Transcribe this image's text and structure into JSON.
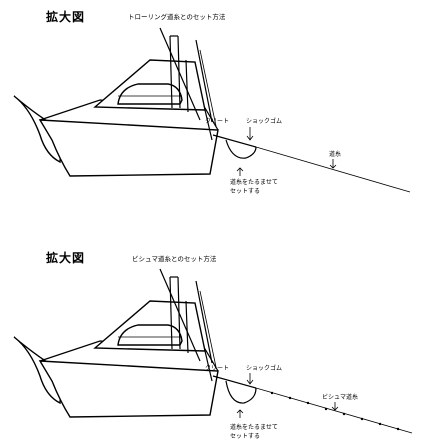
{
  "panels": [
    {
      "heading": "拡大図",
      "caption": "トローリング道糸とのセット方法",
      "labels": {
        "cleat": "クリート",
        "shock_rubber": "ショックゴム",
        "line_name": "道糸",
        "slack_note_1": "道糸をたるませて",
        "slack_note_2": "セットする"
      }
    },
    {
      "heading": "拡大図",
      "caption": "ビシュマ道糸とのセット方法",
      "labels": {
        "cleat": "クリート",
        "shock_rubber": "ショックゴム",
        "line_name": "ビシュマ道糸",
        "slack_note_1": "道糸をたるませて",
        "slack_note_2": "セットする"
      }
    }
  ]
}
